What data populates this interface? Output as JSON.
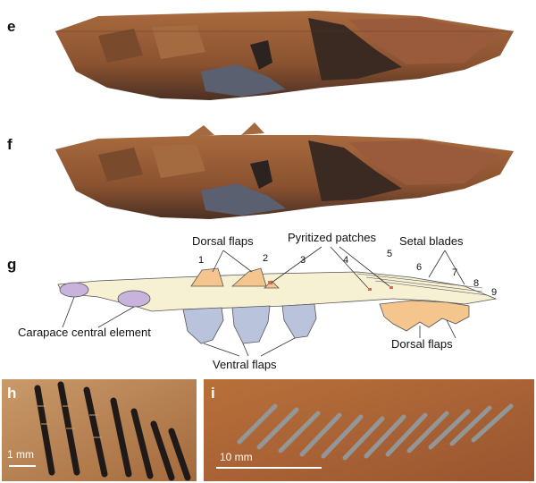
{
  "panels": {
    "e": {
      "letter": "e"
    },
    "f": {
      "letter": "f"
    },
    "g": {
      "letter": "g",
      "labels": {
        "dorsal_flaps_top": "Dorsal flaps",
        "pyritized_patches": "Pyritized patches",
        "setal_blades": "Setal blades",
        "carapace_central_element": "Carapace central element",
        "ventral_flaps": "Ventral flaps",
        "dorsal_flaps_bottom": "Dorsal flaps"
      },
      "numbers": [
        "1",
        "2",
        "3",
        "4",
        "5",
        "6",
        "7",
        "8",
        "9"
      ]
    },
    "h": {
      "letter": "h",
      "scale_bar": "1 mm"
    },
    "i": {
      "letter": "i",
      "scale_bar": "10 mm"
    }
  },
  "colors": {
    "body_fill": "#f7f1d4",
    "dorsal_flap": "#f5c58e",
    "ventral_flap": "#b9c3dc",
    "carapace": "#c7b3dc",
    "rock_brown": "#8a5230",
    "rock_dark": "#3a2a22"
  }
}
